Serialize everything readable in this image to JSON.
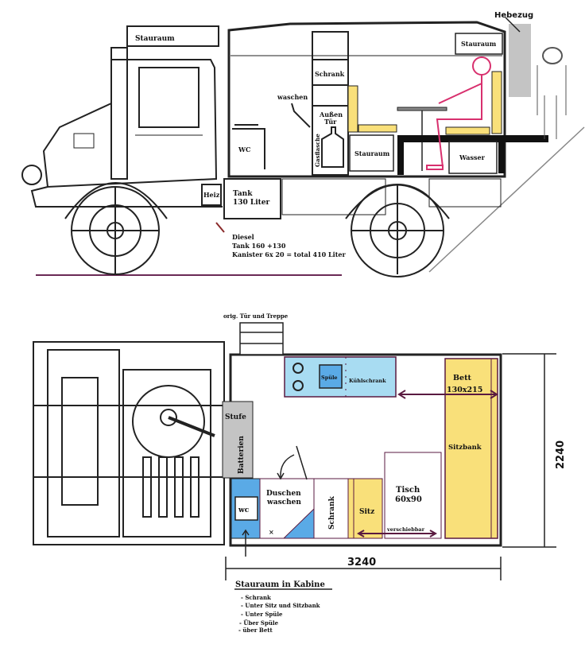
{
  "colors": {
    "yellow": "#f9e07a",
    "light_blue": "#a8dcf2",
    "blue": "#5aaae6",
    "grey": "#c4c4c4",
    "pink": "#d8306e",
    "purple": "#5a1a40"
  },
  "side_view": {
    "roof_storage": "Stauraum",
    "hoist": "Hebezug",
    "rear_storage": "Stauraum",
    "cabinet": "Schrank",
    "washing": "waschen",
    "outer_door_line1": "Außen",
    "outer_door_line2": "Tür",
    "gas_bottle": "Gasflasche",
    "wc": "WC",
    "storage": "Stauraum",
    "water": "Wasser",
    "heater": "Heiz",
    "tank_line1": "Tank",
    "tank_line2": "130 Liter",
    "diesel_line1": "Diesel",
    "diesel_line2": "Tank 160 +130",
    "diesel_line3": "Kanister 6x 20 = total 410 Liter"
  },
  "floor_plan": {
    "door_stairs": "orig. Tür und Treppe",
    "sink": "Spüle",
    "fridge": "Kühlschrank",
    "bed_line1": "Bett",
    "bed_line2": "130x215",
    "bench": "Sitzbank",
    "step": "Stufe",
    "batteries": "Batterien",
    "wc": "wc",
    "shower_line1": "Duschen",
    "shower_line2": "waschen",
    "cabinet": "Schrank",
    "seat": "Sitz",
    "table_line1": "Tisch",
    "table_line2": "60x90",
    "sliding": "verschiebbar",
    "width_dim": "2240",
    "length_dim": "3240"
  },
  "storage_list": {
    "title": "Stauraum in Kabine",
    "items": [
      "- Schrank",
      "- Unter Sitz und Sitzbank",
      "- Unter Spüle",
      "- Über Spüle",
      "- über Bett"
    ]
  }
}
